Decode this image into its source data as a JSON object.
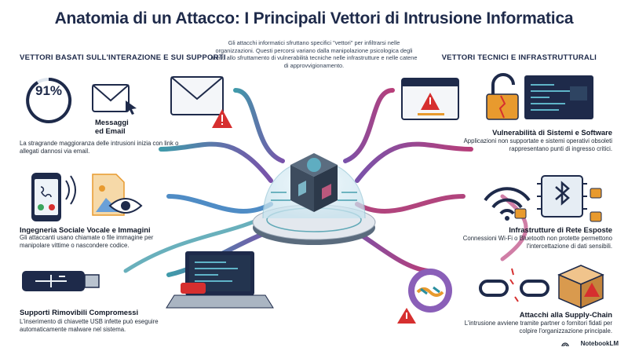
{
  "title": "Anatomia di un Attacco: I Principali Vettori di Intrusione Informatica",
  "intro": "Gli attacchi informatici sfruttano specifici \"vettori\" per infiltrarsi nelle organizzazioni. Questi percorsi variano dalla manipolazione psicologica degli utenti allo sfruttamento di vulnerabilità tecniche nelle infrastrutture e nelle catene di approvvigionamento.",
  "sections": {
    "left": "VETTORI BASATI SULL'INTERAZIONE E SUI SUPPORTI",
    "right": "VETTORI TECNICI E INFRASTRUTTURALI"
  },
  "email": {
    "stat": "91%",
    "heading": "Messaggi ed Email",
    "desc": "La stragrande maggioranza delle intrusioni inizia con link o allegati dannosi via email."
  },
  "social": {
    "heading": "Ingegneria Sociale Vocale e Immagini",
    "desc": "Gli attaccanti usano chiamate o file immagine per manipolare vittime o nascondere codice."
  },
  "usb": {
    "heading": "Supporti Rimovibili Compromessi",
    "desc": "L'inserimento di chiavette USB infette può eseguire automaticamente malware nel sistema."
  },
  "vuln": {
    "heading": "Vulnerabilità di Sistemi e Software",
    "desc": "Applicazioni non supportate e sistemi operativi obsoleti rappresentano punti di ingresso critici."
  },
  "network": {
    "heading": "Infrastrutture di Rete Esposte",
    "desc": "Connessioni Wi-Fi o Bluetooth non protette permettono l'intercettazione di dati sensibili."
  },
  "supply": {
    "heading": "Attacchi alla Supply-Chain",
    "desc": "L'intrusione avviene tramite partner o fornitori fidati per colpire l'organizzazione principale."
  },
  "brand": "NotebookLM",
  "colors": {
    "navy": "#1e2a4a",
    "teal": "#2a8fa0",
    "magenta": "#b0286a",
    "purple": "#6b3fa0",
    "orange": "#e89a2e",
    "warning": "#d62f2f"
  }
}
